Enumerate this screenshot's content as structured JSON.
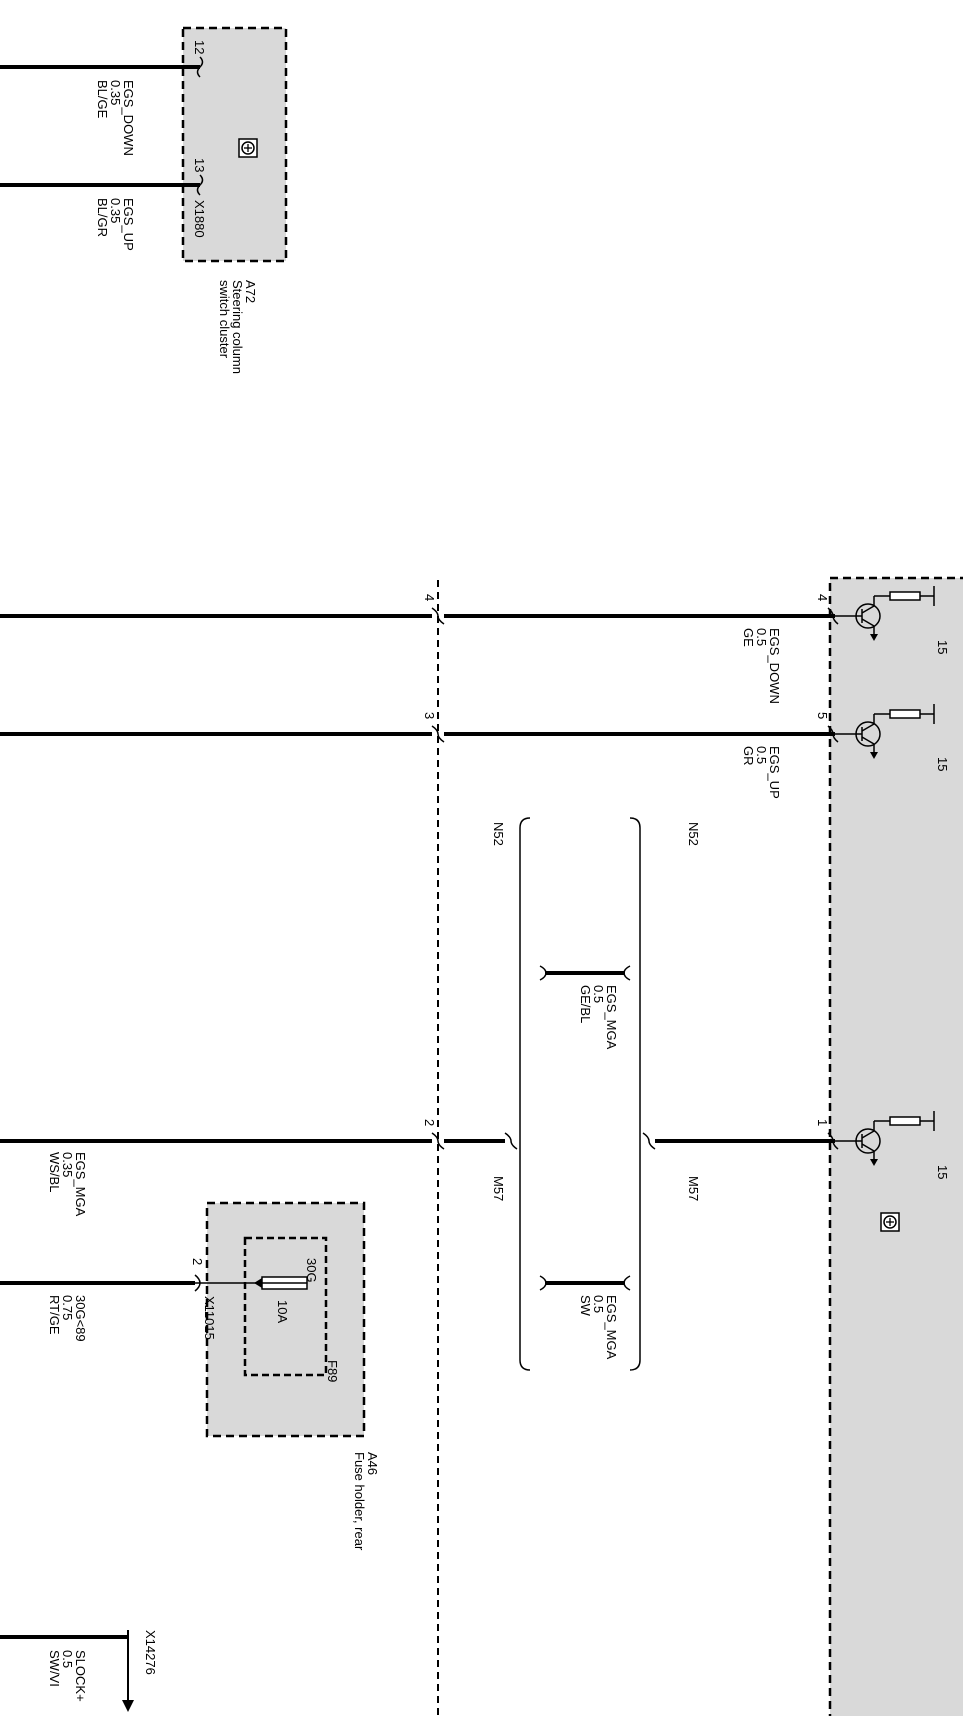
{
  "a72": {
    "id": "A72",
    "name_line1": "Steering column",
    "name_line2": "switch cluster",
    "connector": "X1880"
  },
  "wires_top": [
    {
      "pin": "12",
      "signal": "EGS_DOWN",
      "size": "0.35",
      "color": "BL/GE"
    },
    {
      "pin": "13",
      "signal": "EGS_UP",
      "size": "0.35",
      "color": "BL/GR"
    }
  ],
  "right_wires": [
    {
      "pin_right": "4",
      "pin_left": "4",
      "signal": "EGS_DOWN",
      "size": "0.5",
      "color": "GE",
      "supply": "15"
    },
    {
      "pin_right": "5",
      "pin_left": "3",
      "signal": "EGS_UP",
      "size": "0.5",
      "color": "GR",
      "supply": "15"
    },
    {
      "pin_right": "1",
      "pin_left": "2",
      "signal": "EGS_MGA",
      "size": "0.35",
      "color": "WS/BL",
      "supply": "15"
    }
  ],
  "variants": {
    "n52_label": "N52",
    "m57_label": "M57",
    "n52_wire": {
      "signal": "EGS_MGA",
      "size": "0.5",
      "color": "GE/BL"
    },
    "m57_wire": {
      "signal": "EGS_MGA",
      "size": "0.5",
      "color": "SW"
    }
  },
  "a46": {
    "id": "A46",
    "name": "Fuse holder, rear",
    "fuse_id": "F89",
    "fuse_rating": "10A",
    "fuse_terminal": "30G",
    "connector": "X11015",
    "pin": "2",
    "wire": {
      "signal": "30G<89",
      "size": "0.75",
      "color": "RT/GE"
    }
  },
  "x14276": {
    "connector": "X14276",
    "wire": {
      "signal": "SLOCK+",
      "size": "0.5",
      "color": "SW/VI"
    }
  }
}
